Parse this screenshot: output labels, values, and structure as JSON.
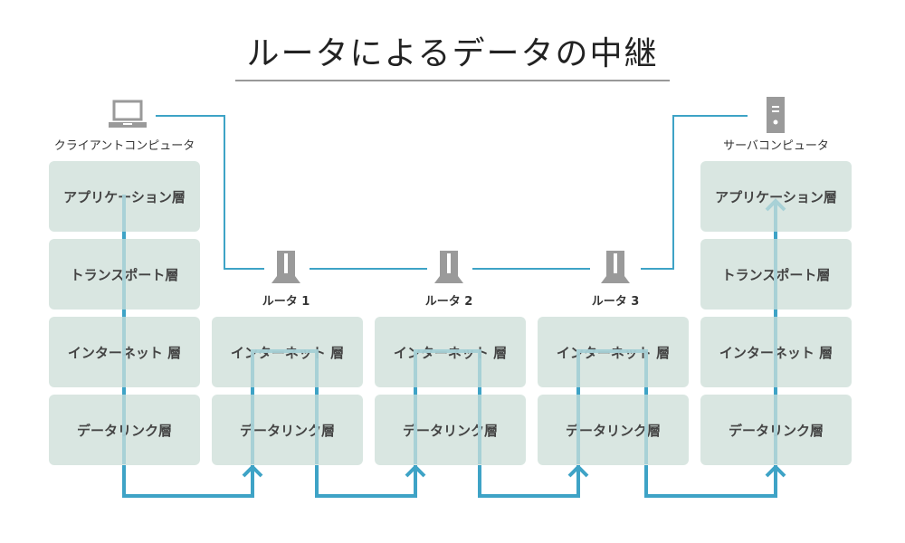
{
  "title": "ルータによるデータの中継",
  "colors": {
    "link": "#3ea3c6",
    "flow": "#a6d0d6",
    "box": "#d9e6e1",
    "icon": "#9a9a9a"
  },
  "client": {
    "label": "クライアントコンピュータ",
    "icon": "laptop-icon",
    "layers": [
      "アプリケーション層",
      "トランスポート層",
      "インターネット 層",
      "データリンク層"
    ]
  },
  "routers": [
    {
      "label": "ルータ 1",
      "icon": "router-icon",
      "layers": [
        "インターネット 層",
        "データリンク層"
      ]
    },
    {
      "label": "ルータ 2",
      "icon": "router-icon",
      "layers": [
        "インターネット 層",
        "データリンク層"
      ]
    },
    {
      "label": "ルータ 3",
      "icon": "router-icon",
      "layers": [
        "インターネット 層",
        "データリンク層"
      ]
    }
  ],
  "server": {
    "label": "サーバコンピュータ",
    "icon": "server-icon",
    "layers": [
      "アプリケーション層",
      "トランスポート層",
      "インターネット 層",
      "データリンク層"
    ]
  }
}
